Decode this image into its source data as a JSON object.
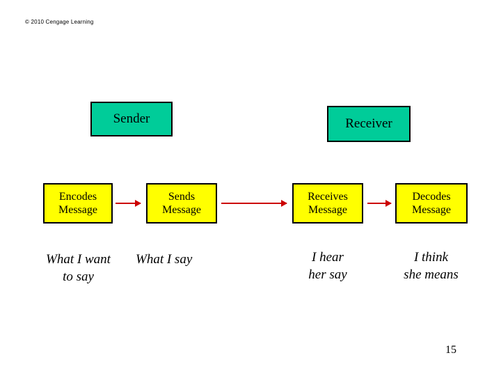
{
  "slide": {
    "copyright": "© 2010 Cengage Learning",
    "page_number": "15",
    "colors": {
      "role_box_fill": "#00CC99",
      "step_box_fill": "#FFFF00",
      "arrow": "#CC0000",
      "outline": "#000000",
      "background": "#FFFFFF"
    },
    "roles": [
      {
        "label": "Sender"
      },
      {
        "label": "Receiver"
      }
    ],
    "steps": [
      {
        "line1": "Encodes",
        "line2": "Message"
      },
      {
        "line1": "Sends",
        "line2": "Message"
      },
      {
        "line1": "Receives",
        "line2": "Message"
      },
      {
        "line1": "Decodes",
        "line2": "Message"
      }
    ],
    "phrases": [
      {
        "line1": "What I want",
        "line2": "to say"
      },
      {
        "line1": "What I say",
        "line2": ""
      },
      {
        "line1": "I hear",
        "line2": "her say"
      },
      {
        "line1": "I think",
        "line2": "she means"
      }
    ],
    "arrows": [
      {
        "name": "arrow-encodes-to-sends"
      },
      {
        "name": "arrow-sends-to-receives"
      },
      {
        "name": "arrow-receives-to-decodes"
      }
    ]
  }
}
